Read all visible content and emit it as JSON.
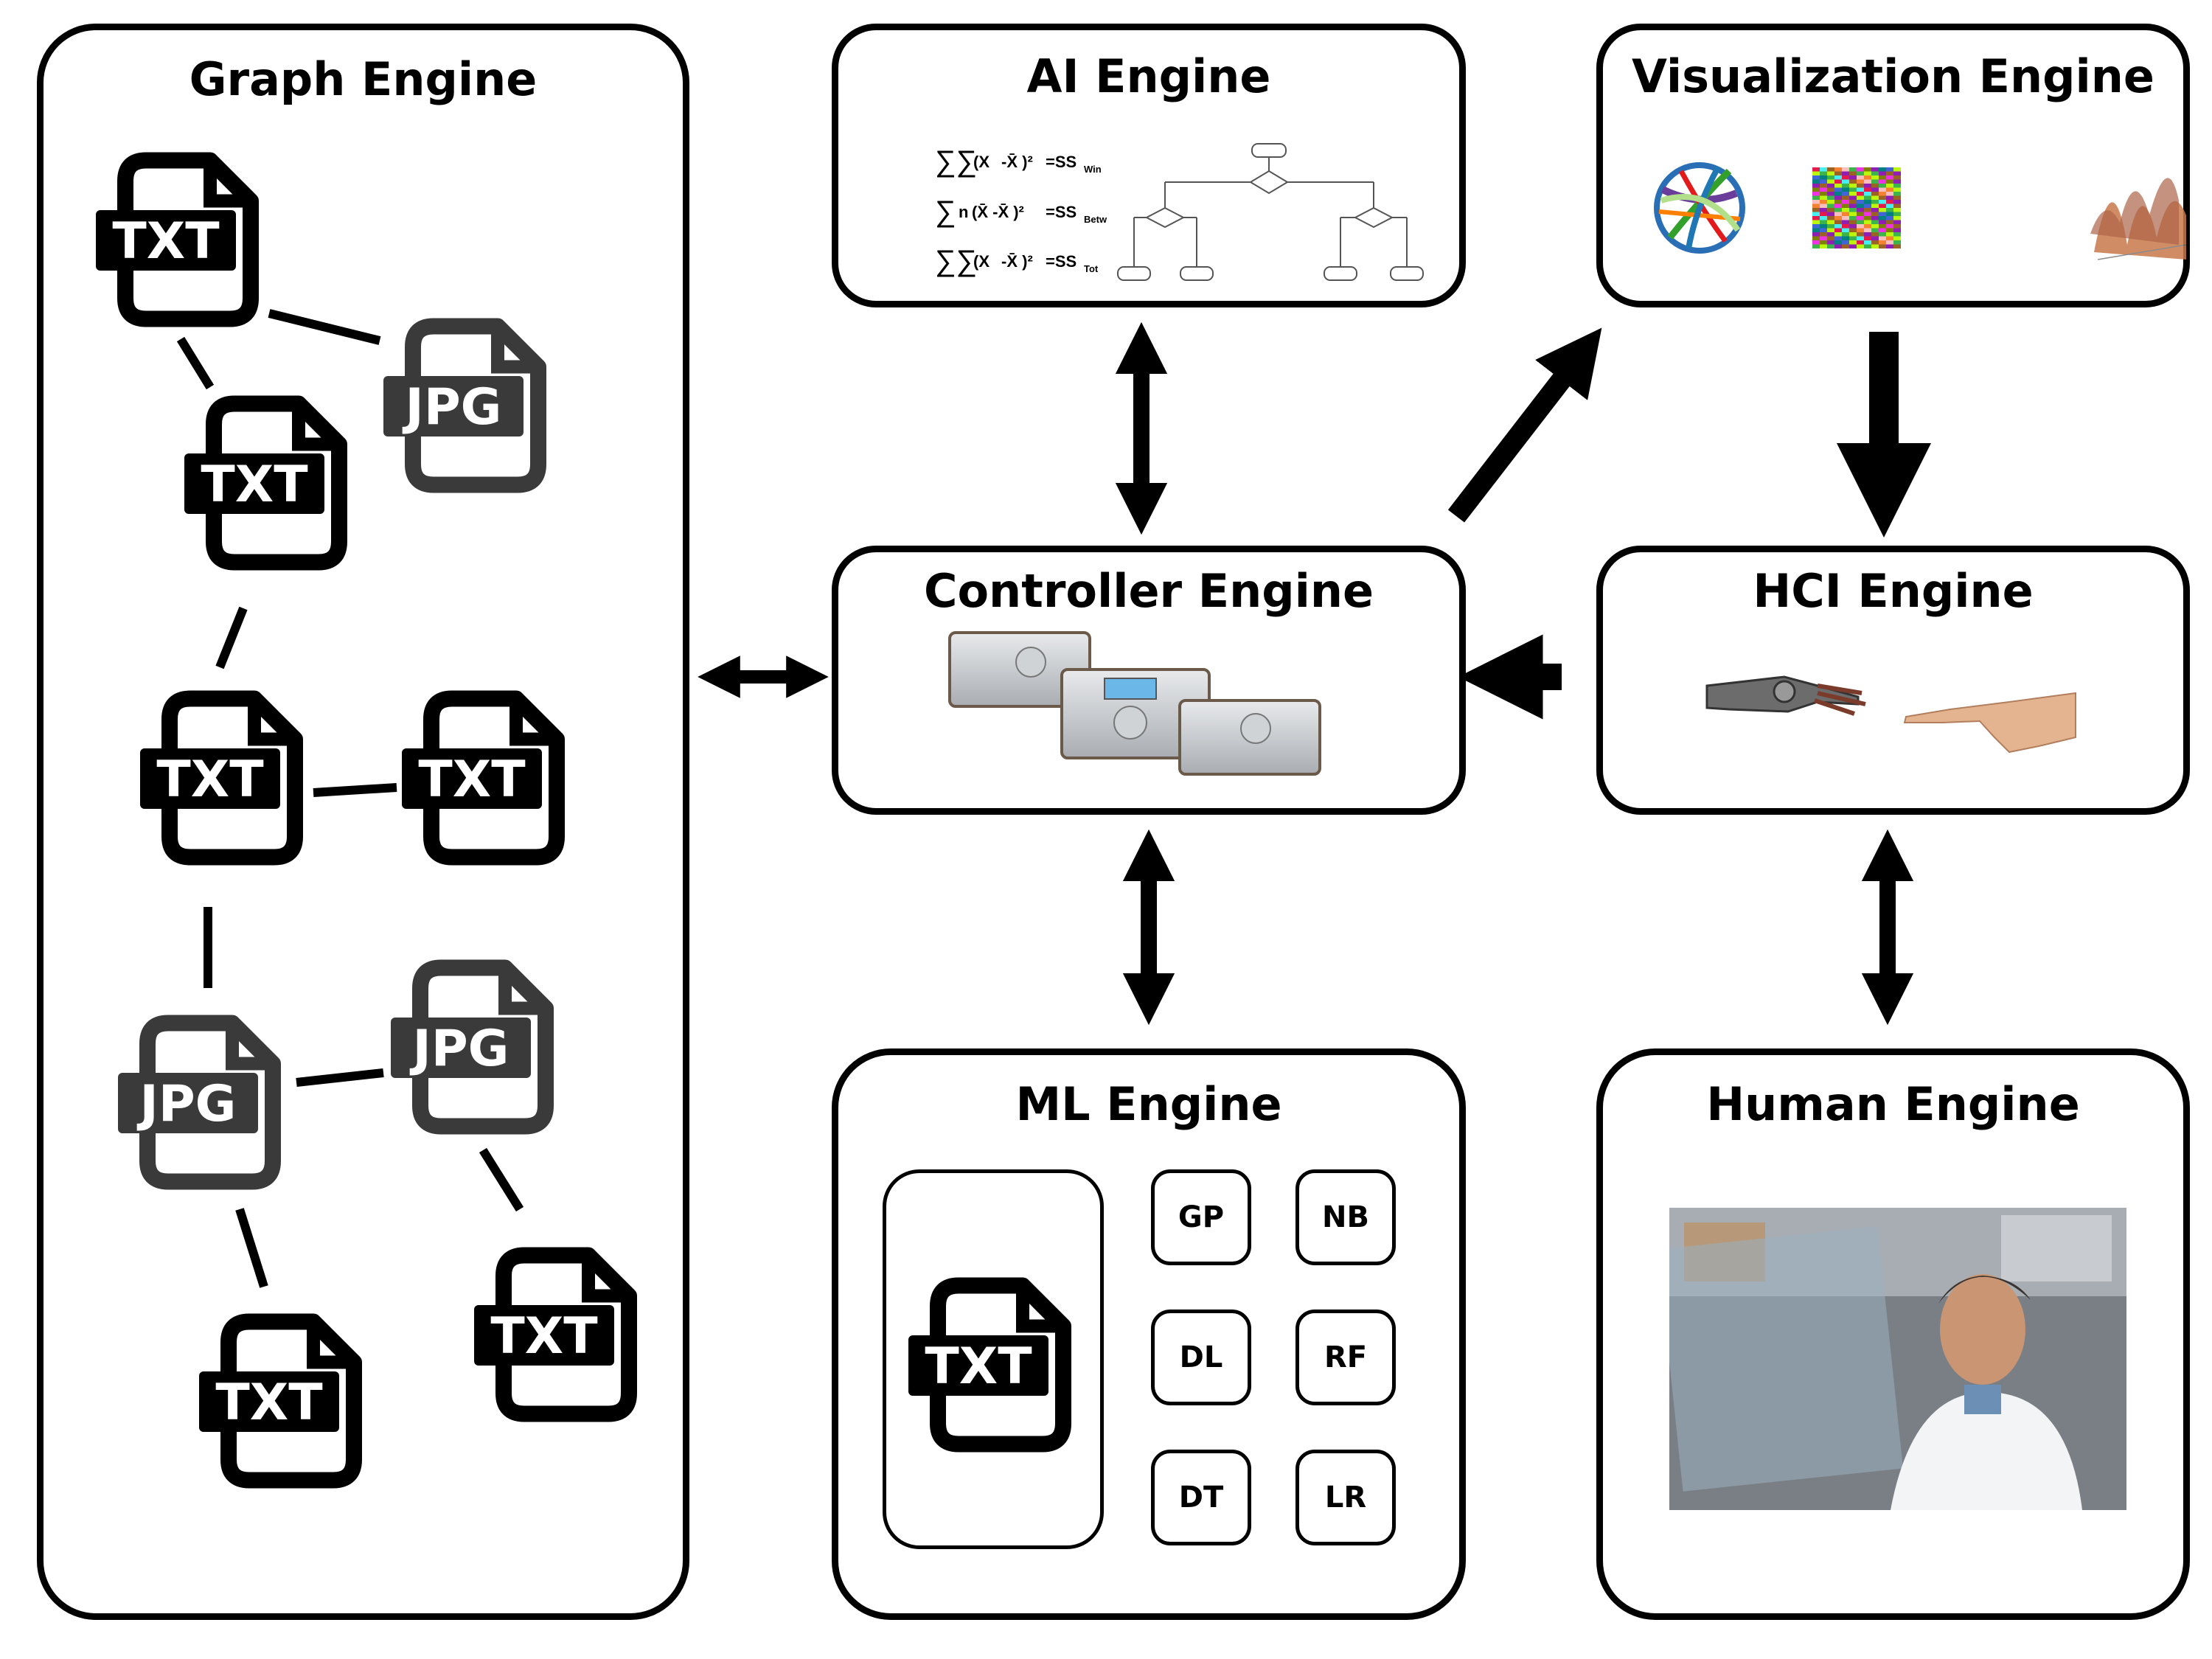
{
  "engines": {
    "graph": {
      "title": "Graph Engine"
    },
    "ai": {
      "title": "AI Engine"
    },
    "visualization": {
      "title": "Visualization Engine"
    },
    "controller": {
      "title": "Controller Engine"
    },
    "hci": {
      "title": "HCI Engine"
    },
    "ml": {
      "title": "ML Engine"
    },
    "human": {
      "title": "Human Engine"
    }
  },
  "graph_files": [
    {
      "type": "TXT"
    },
    {
      "type": "JPG"
    },
    {
      "type": "TXT"
    },
    {
      "type": "TXT"
    },
    {
      "type": "TXT"
    },
    {
      "type": "JPG"
    },
    {
      "type": "JPG"
    },
    {
      "type": "TXT"
    },
    {
      "type": "TXT"
    }
  ],
  "ml": {
    "input_file": "TXT",
    "algorithms": [
      "GP",
      "NB",
      "DL",
      "RF",
      "DT",
      "LR"
    ]
  },
  "ai_formulas": {
    "f1": {
      "body": "(X",
      "rhs": "=SS",
      "sub": "Win"
    },
    "f2": {
      "body": "n",
      "rhs": "=SS",
      "sub": "Betw"
    },
    "f3": {
      "body": "(X",
      "rhs": "=SS",
      "sub": "Tot"
    }
  },
  "colors": {
    "line": "#000000",
    "background": "#ffffff",
    "jpg_icon": "#3a3a3a"
  }
}
